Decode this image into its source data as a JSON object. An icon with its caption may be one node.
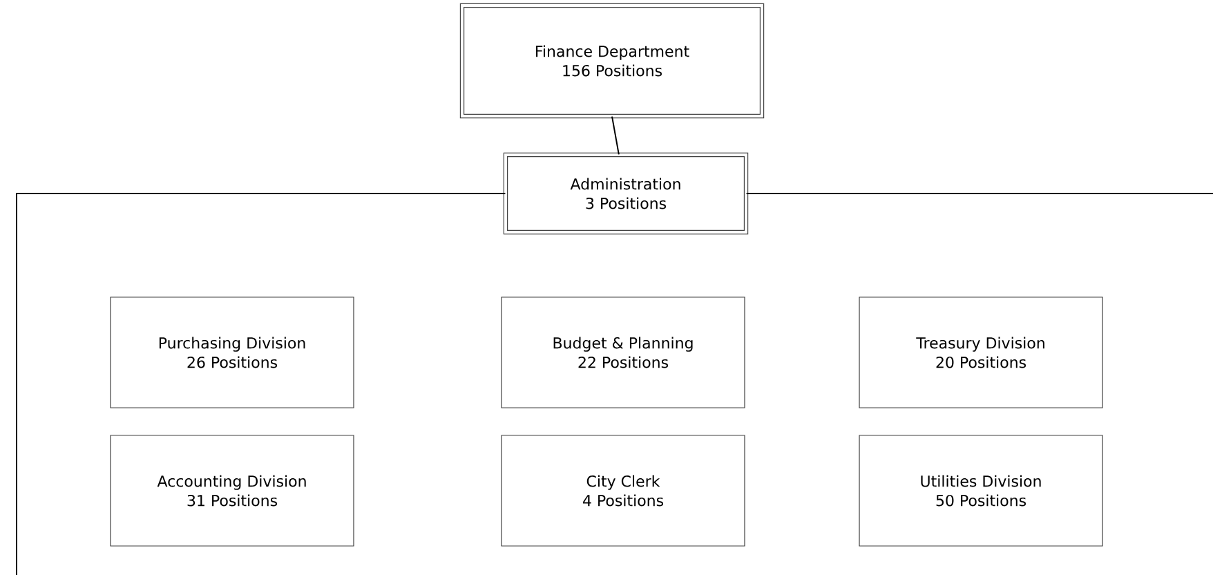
{
  "diagram": {
    "nodes": [
      {
        "text": [
          "Finance Department",
          "156 Positions"
        ]
      },
      {
        "text": [
          "Administration",
          "3 Positions"
        ]
      },
      {
        "text": [
          "Purchasing Division",
          "26 Positions"
        ]
      },
      {
        "text": [
          "Budget & Planning",
          "22 Positions"
        ]
      },
      {
        "text": [
          "Treasury Division",
          "20 Positions"
        ]
      },
      {
        "text": [
          "Accounting Division",
          "31 Positions"
        ]
      },
      {
        "text": [
          "City Clerk",
          "4 Positions"
        ]
      },
      {
        "text": [
          "Utilities Division",
          "50 Positions"
        ]
      }
    ],
    "edges": [
      {
        "from": 0,
        "to": 1,
        "arrow": "none"
      },
      {
        "from": 1,
        "to": null,
        "arrow": "none"
      },
      {
        "from": 1,
        "to": null,
        "arrow": "none"
      }
    ]
  }
}
